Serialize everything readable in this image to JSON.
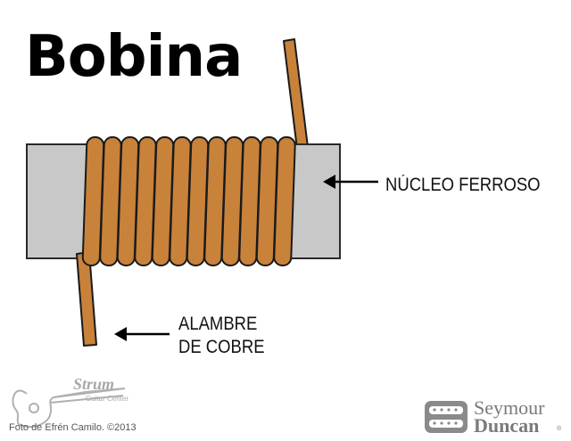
{
  "title": "Bobina",
  "labels": {
    "core": "NÚCLEO FERROSO",
    "wire_line1": "ALAMBRE",
    "wire_line2": "DE COBRE"
  },
  "credit": "Foto de Efrén Camilo. ©2013",
  "logos": {
    "strum_name": "Strum",
    "strum_sub": "Guitar Center",
    "sd_line1": "Seymour",
    "sd_line2": "Duncan",
    "sd_mark": "®"
  },
  "colors": {
    "copper": "#c8823a",
    "copper_outline": "#1a1a1a",
    "core": "#c8c8c8",
    "core_outline": "#2a2a2a"
  }
}
